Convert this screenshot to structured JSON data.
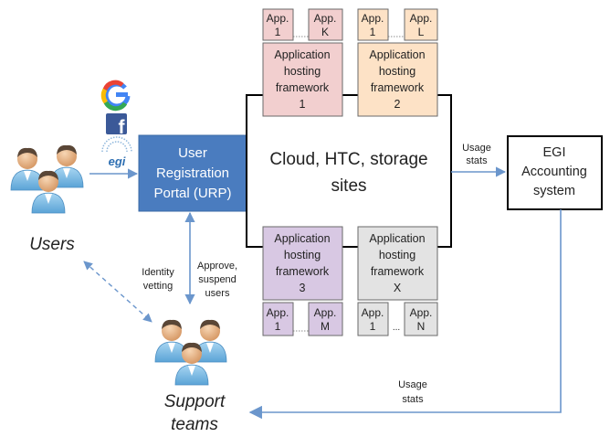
{
  "users": {
    "label": "Users"
  },
  "support": {
    "line1": "Support",
    "line2": "teams"
  },
  "login_icons": [
    "google-icon",
    "facebook-icon",
    "egi-icon"
  ],
  "egi_logo_text": "egi",
  "urp": {
    "line1": "User",
    "line2": "Registration",
    "line3": "Portal (URP)"
  },
  "cloud": {
    "line1": "Cloud, HTC, storage",
    "line2": "sites"
  },
  "accounting": {
    "line1": "EGI",
    "line2": "Accounting",
    "line3": "system"
  },
  "edge_labels": {
    "usage_stats_top": [
      "Usage",
      "stats"
    ],
    "usage_stats_bottom": [
      "Usage",
      "stats"
    ],
    "identity_vetting": [
      "Identity",
      "vetting"
    ],
    "approve_suspend": [
      "Approve,",
      "suspend",
      "users"
    ]
  },
  "frameworks": [
    {
      "lines": [
        "Application",
        "hosting",
        "framework",
        "1"
      ],
      "apps": [
        [
          "App.",
          "1"
        ],
        [
          "App.",
          "K"
        ]
      ],
      "color": "#f2cfcf"
    },
    {
      "lines": [
        "Application",
        "hosting",
        "framework",
        "2"
      ],
      "apps": [
        [
          "App.",
          "1"
        ],
        [
          "App.",
          "L"
        ]
      ],
      "color": "#fde2c6"
    },
    {
      "lines": [
        "Application",
        "hosting",
        "framework",
        "3"
      ],
      "apps": [
        [
          "App.",
          "1"
        ],
        [
          "App.",
          "M"
        ]
      ],
      "color": "#d8c8e3"
    },
    {
      "lines": [
        "Application",
        "hosting",
        "framework",
        "X"
      ],
      "apps": [
        [
          "App.",
          "1"
        ],
        [
          "App.",
          "N"
        ]
      ],
      "color": "#e3e3e3"
    }
  ],
  "app_separator": "...",
  "colors": {
    "urp_fill": "#4a7cbf",
    "arrow": "#6b96cc",
    "framework_border": "#6a6a6a"
  }
}
